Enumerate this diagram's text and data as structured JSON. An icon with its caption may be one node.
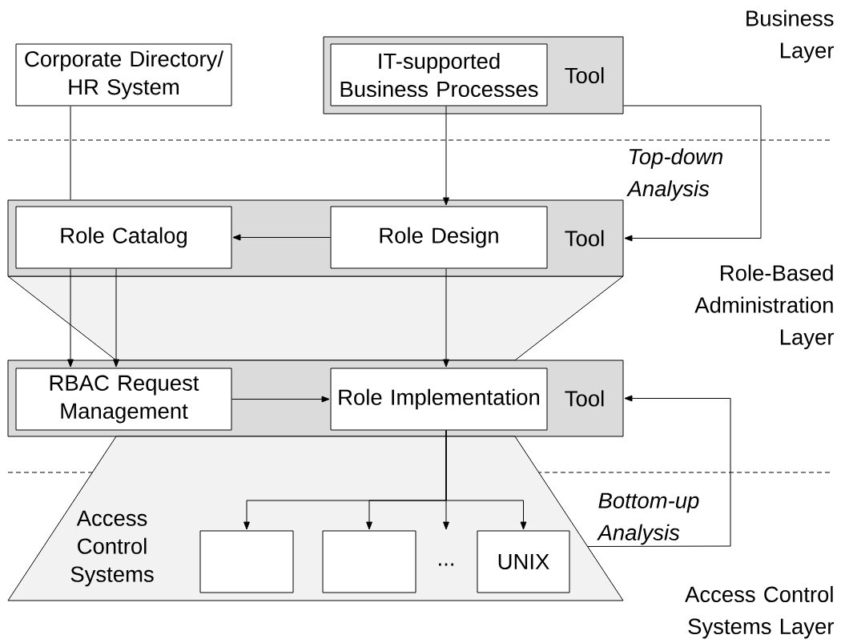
{
  "diagram": {
    "nodes": [
      {
        "text": [
          "Corporate Directory/ HR System"
        ]
      },
      {
        "text": [
          "Tool"
        ]
      },
      {
        "text": [
          "IT-supported Business Processes"
        ],
        "in": 1
      },
      {
        "text": [
          "Tool"
        ]
      },
      {
        "text": [
          "Role Catalog"
        ],
        "in": 3
      },
      {
        "text": [
          "Role Design"
        ],
        "in": 3
      },
      {
        "text": [
          "Tool"
        ]
      },
      {
        "text": [
          "RBAC Request Management"
        ],
        "in": 6
      },
      {
        "text": [
          "Role Implementation"
        ],
        "in": 6
      },
      {
        "text": [
          "Access Control Systems"
        ]
      },
      {
        "text": [],
        "shape": "box",
        "in": 9
      },
      {
        "text": [],
        "shape": "box",
        "in": 9
      },
      {
        "text": [
          "..."
        ],
        "in": 9
      },
      {
        "text": [
          "UNIX"
        ],
        "in": 9
      }
    ],
    "edges": [
      {
        "from": 0,
        "to": 3,
        "arrow": "none"
      },
      {
        "from": 2,
        "to": 5,
        "arrow": "to"
      },
      {
        "from": 1,
        "to": 3,
        "arrow": "to"
      },
      {
        "from": 5,
        "to": 4,
        "arrow": "to"
      },
      {
        "from": 4,
        "to": 7,
        "arrow": "to"
      },
      {
        "from": 4,
        "to": 7,
        "arrow": "to"
      },
      {
        "from": 5,
        "to": 8,
        "arrow": "to"
      },
      {
        "from": 7,
        "to": 8,
        "arrow": "to"
      },
      {
        "from": 8,
        "to": 10,
        "arrow": "to"
      },
      {
        "from": 8,
        "to": 11,
        "arrow": "to"
      },
      {
        "from": 8,
        "to": 12,
        "arrow": "to"
      },
      {
        "from": 8,
        "to": 13,
        "arrow": "to"
      },
      {
        "from": 9,
        "to": 6,
        "arrow": "to"
      }
    ],
    "labels": [
      "Business Layer",
      "Top-down Analysis",
      "Role-Based Administration Layer",
      "Bottom-up Analysis",
      "Access Control Systems Layer"
    ]
  }
}
